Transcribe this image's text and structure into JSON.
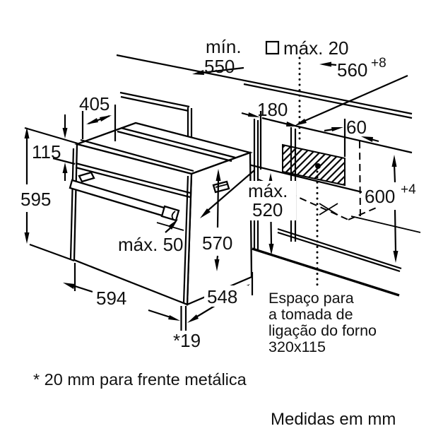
{
  "notes": {
    "footnote": "* 20 mm para frente metálica",
    "units": "Medidas em mm"
  },
  "socket_note": {
    "line1": "Espaço para",
    "line2": "a tomada de",
    "line3": "ligação do forno",
    "line4": "320x115"
  },
  "dims": {
    "worktop_depth_prefix": "mín.",
    "worktop_depth": "550",
    "front_edge_max": "máx. 20",
    "niche_width": "560",
    "niche_width_tol": "+8",
    "top_recess_depth": "405",
    "panel_height": "115",
    "oven_height": "595",
    "socket_left_offset": "180",
    "socket_right_offset": "60",
    "niche_height": "600",
    "niche_height_tol": "+4",
    "max_depth_word": "máx.",
    "max_depth_value": "520",
    "handle_clearance": "máx. 50",
    "door_height": "570",
    "oven_width": "594",
    "oven_depth": "548",
    "front_gap": "*19"
  },
  "colors": {
    "ink": "#000000",
    "paper": "#ffffff"
  }
}
